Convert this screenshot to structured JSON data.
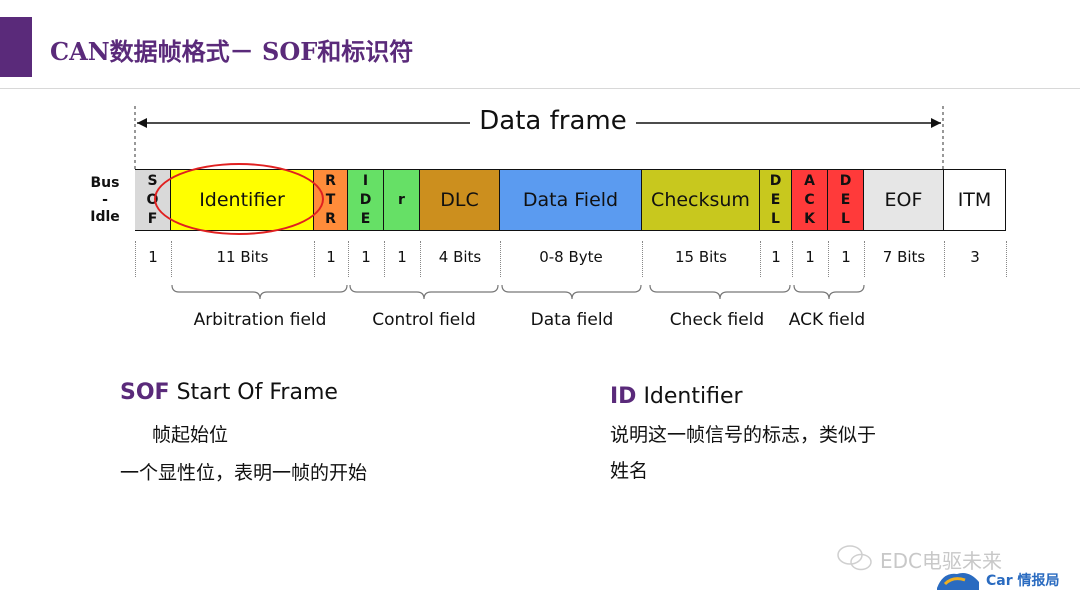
{
  "title": "CAN数据帧格式－ SOF和标识符",
  "frame_label": "Data frame",
  "bus_idle": "Bus\n-\nIdle",
  "fields": [
    {
      "key": "sof",
      "label": "S\nO\nF",
      "bits": "1",
      "color": "#d9d9d9"
    },
    {
      "key": "identifier",
      "label": "Identifier",
      "bits": "11 Bits",
      "color": "#ffff00"
    },
    {
      "key": "rtr",
      "label": "R\nT\nR",
      "bits": "1",
      "color": "#ff8c3a"
    },
    {
      "key": "ide",
      "label": "I\nD\nE",
      "bits": "1",
      "color": "#66e066"
    },
    {
      "key": "r",
      "label": "r",
      "bits": "1",
      "color": "#66e066"
    },
    {
      "key": "dlc",
      "label": "DLC",
      "bits": "4 Bits",
      "color": "#cc8f1e"
    },
    {
      "key": "data-field",
      "label": "Data Field",
      "bits": "0-8 Byte",
      "color": "#5b9bf0"
    },
    {
      "key": "checksum",
      "label": "Checksum",
      "bits": "15 Bits",
      "color": "#c8c81e"
    },
    {
      "key": "crc-del",
      "label": "D\nE\nL",
      "bits": "1",
      "color": "#c8c81e"
    },
    {
      "key": "ack",
      "label": "A\nC\nK",
      "bits": "1",
      "color": "#ff3a3a"
    },
    {
      "key": "ack-del",
      "label": "D\nE\nL",
      "bits": "1",
      "color": "#ff3a3a"
    },
    {
      "key": "eof",
      "label": "EOF",
      "bits": "7 Bits",
      "color": "#e6e6e6"
    },
    {
      "key": "itm",
      "label": "ITM",
      "bits": "3",
      "color": "#ffffff"
    }
  ],
  "groups": [
    {
      "label": "Arbitration field"
    },
    {
      "label": "Control field"
    },
    {
      "label": "Data field"
    },
    {
      "label": "Check field"
    },
    {
      "label": "ACK field"
    }
  ],
  "sof_desc": {
    "abbr": "SOF",
    "name": " Start Of Frame",
    "line1": "帧起始位",
    "line2": "一个显性位，表明一帧的开始"
  },
  "id_desc": {
    "abbr": "ID",
    "name": " Identifier",
    "line1": "说明这一帧信号的标志，类似于",
    "line2": "姓名"
  },
  "watermark": {
    "account": "EDC电驱未来",
    "brand": "Car 情报局"
  },
  "colors": {
    "accent": "#5a2a7a",
    "highlight_ellipse": "#e02020"
  }
}
